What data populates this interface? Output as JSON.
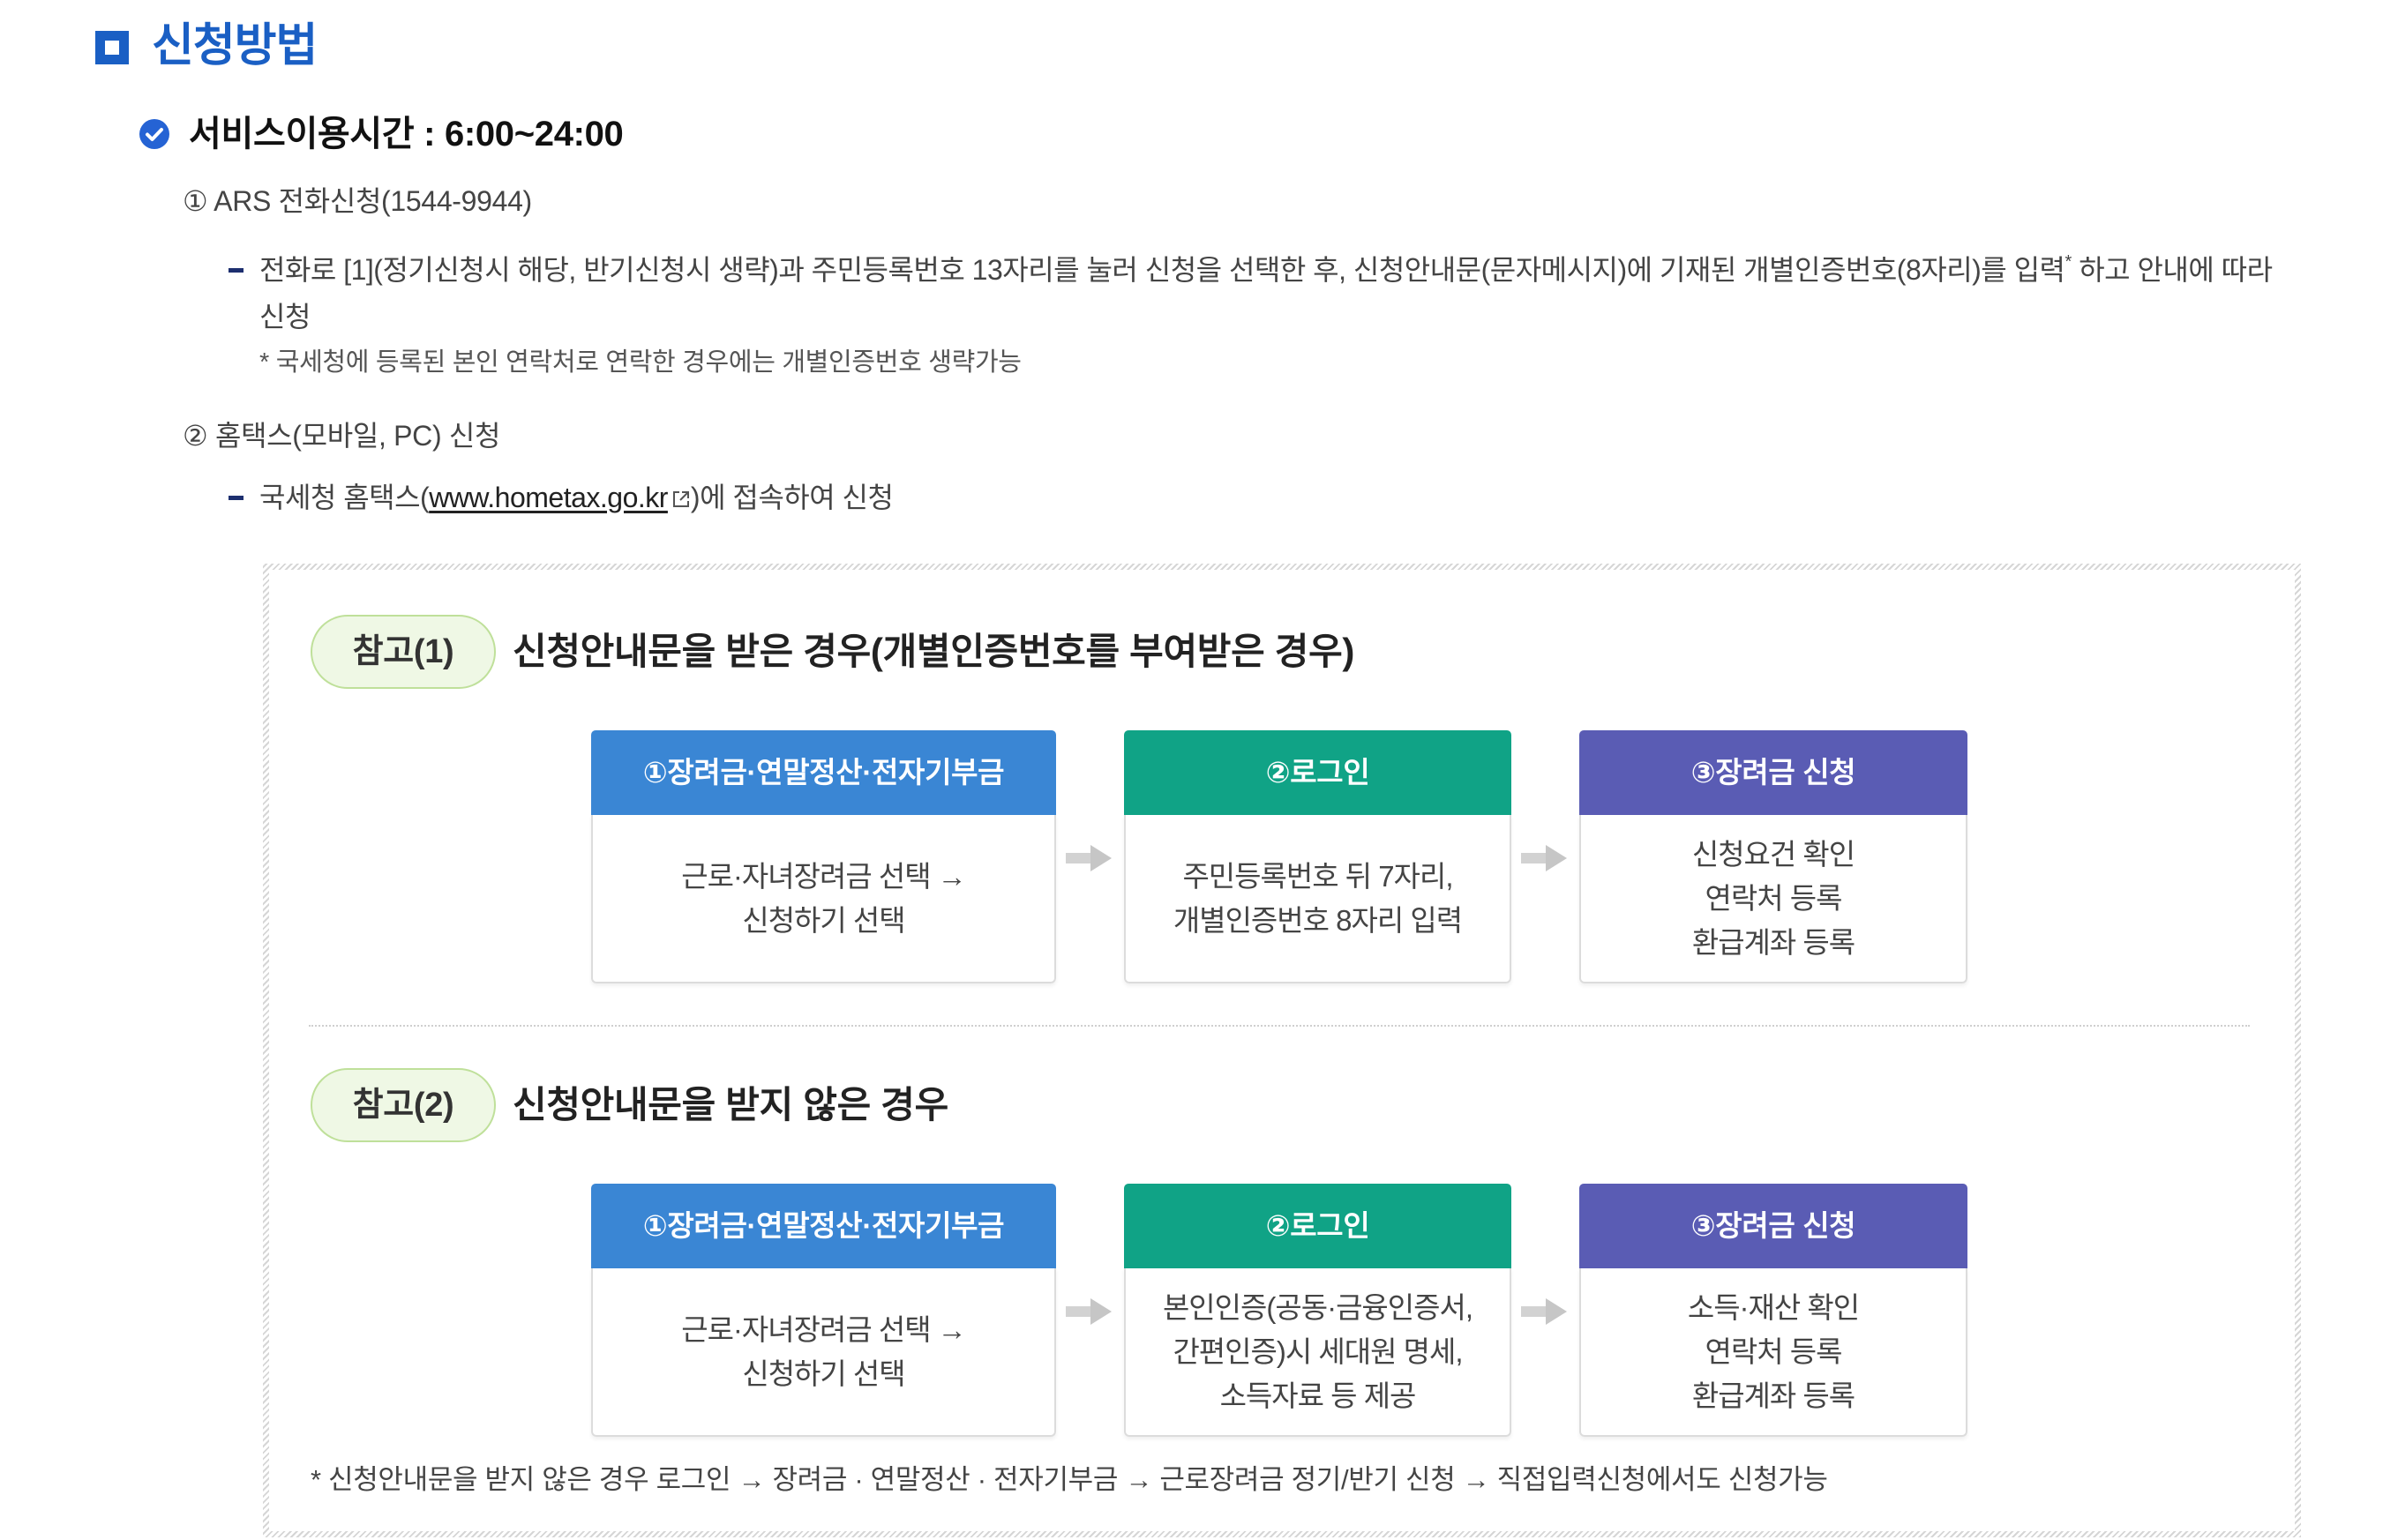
{
  "section": {
    "title": "신청방법",
    "icon": "square-bullet-icon",
    "color": "#1a5fc4"
  },
  "service_hours": {
    "icon": "check-circle-icon",
    "text": "서비스이용시간 : 6:00~24:00"
  },
  "methods": [
    {
      "label": "① ARS 전화신청(1544-9944)",
      "detail": {
        "line1": "전화로 [1](정기신청시 해당, 반기신청시 생략)과 주민등록번호 13자리를 눌러 신청을 선택한 후, 신청안내문(문자메시지)에 기재된 개별인증번호(8자리)를 입력",
        "mark": "*",
        "line2": "하고 안내에 따라 신청"
      },
      "note": "* 국세청에 등록된 본인 연락처로 연락한 경우에는 개별인증번호 생략가능"
    },
    {
      "label": "② 홈택스(모바일, PC) 신청",
      "detail": {
        "prefix": "국세청 홈택스(",
        "link_text": "www.hometax.go.kr",
        "link_icon": "external-link-icon",
        "suffix": ")에 접속하여 신청"
      }
    }
  ],
  "references": [
    {
      "badge": "참고(1)",
      "title": "신청안내문을 받은 경우(개별인증번호를 부여받은 경우)",
      "steps": [
        {
          "header": "①장려금·연말정산·전자기부금",
          "color": "#3a86d4",
          "lines": [
            "근로·자녀장려금 선택 →",
            "신청하기 선택"
          ]
        },
        {
          "header": "②로그인",
          "color": "#10a386",
          "lines": [
            "주민등록번호 뒤 7자리,",
            "개별인증번호 8자리 입력"
          ]
        },
        {
          "header": "③장려금 신청",
          "color": "#5a5cb4",
          "lines": [
            "신청요건 확인",
            "연락처 등록",
            "환급계좌 등록"
          ]
        }
      ]
    },
    {
      "badge": "참고(2)",
      "title": "신청안내문을 받지 않은 경우",
      "steps": [
        {
          "header": "①장려금·연말정산·전자기부금",
          "color": "#3a86d4",
          "lines": [
            "근로·자녀장려금 선택 →",
            "신청하기 선택"
          ]
        },
        {
          "header": "②로그인",
          "color": "#10a386",
          "lines": [
            "본인인증(공동·금융인증서,",
            "간편인증)시 세대원 명세,",
            "소득자료 등 제공"
          ]
        },
        {
          "header": "③장려금 신청",
          "color": "#5a5cb4",
          "lines": [
            "소득·재산 확인",
            "연락처 등록",
            "환급계좌 등록"
          ]
        }
      ]
    }
  ],
  "step_arrow_icon": "arrow-right-icon",
  "footnote": "* 신청안내문을 받지 않은 경우 로그인 → 장려금 · 연말정산 · 전자기부금 → 근로장려금 정기/반기 신청 → 직접입력신청에서도 신청가능"
}
